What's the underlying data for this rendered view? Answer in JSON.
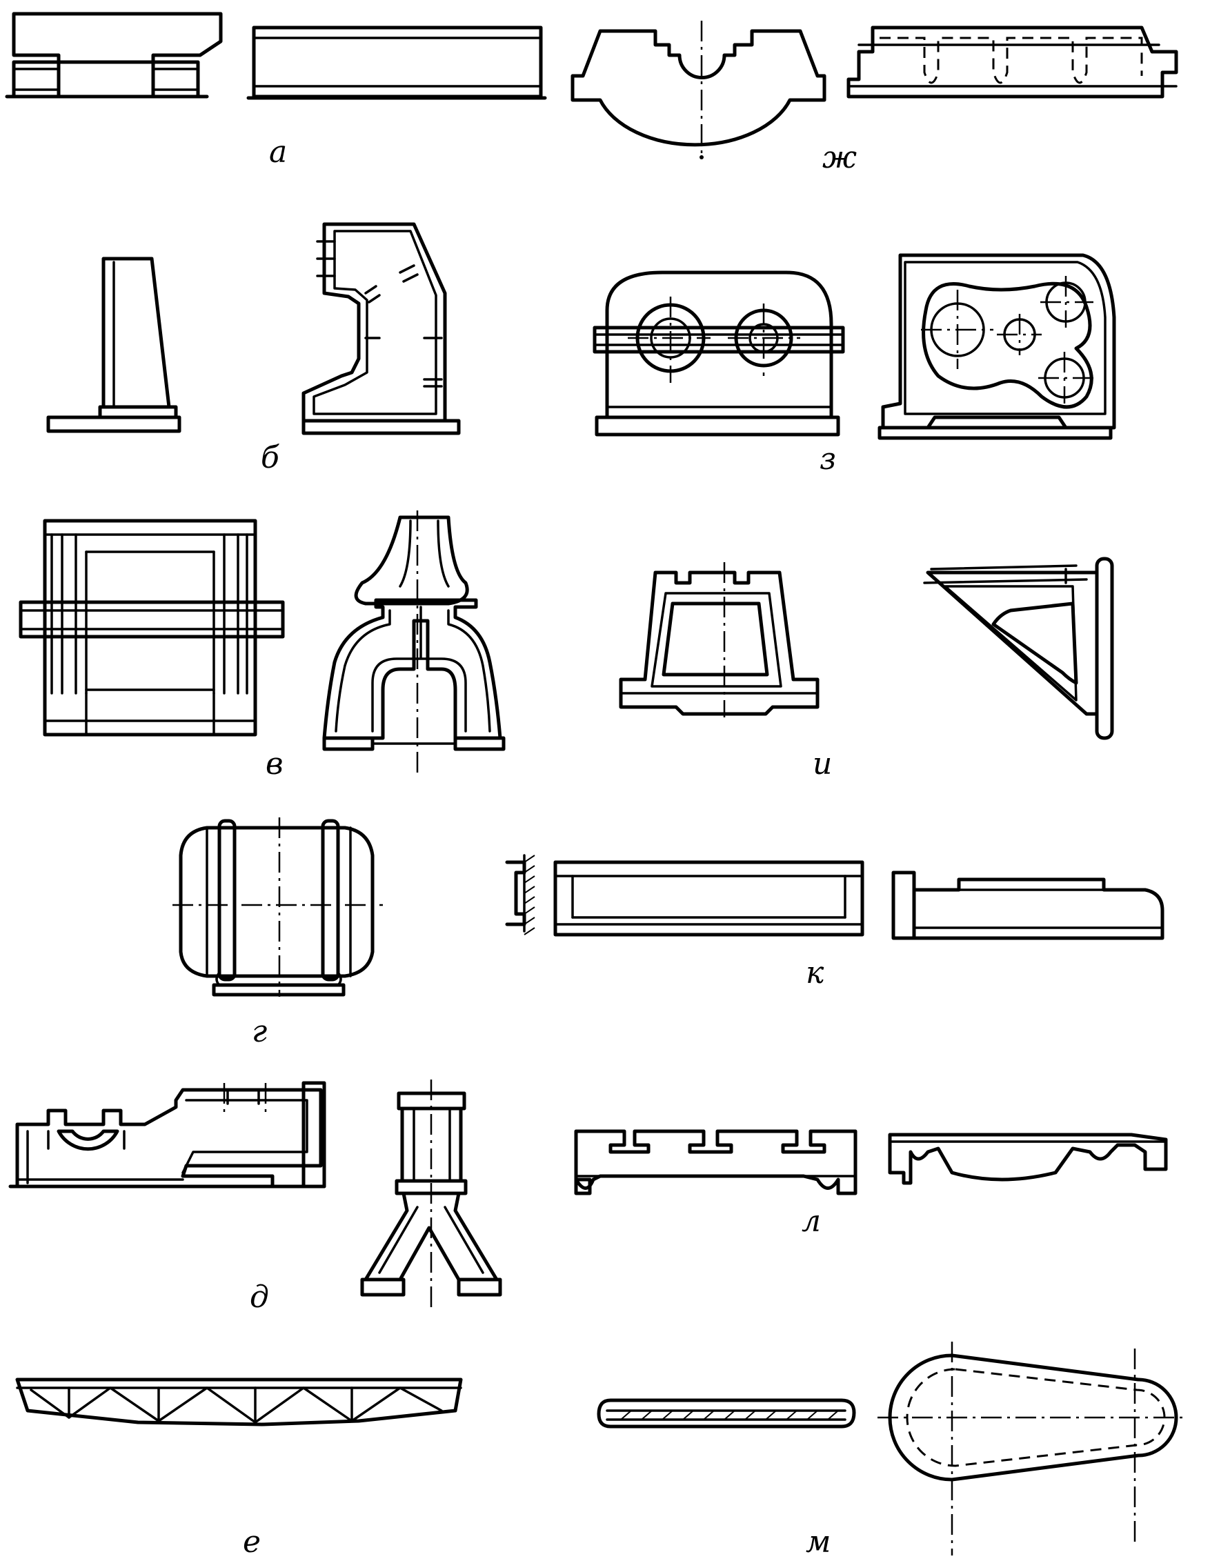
{
  "labels": {
    "a": "а",
    "b": "б",
    "v": "в",
    "g": "г",
    "d": "д",
    "e": "е",
    "zh": "ж",
    "z": "з",
    "i": "и",
    "k": "к",
    "l": "л",
    "m": "м"
  }
}
